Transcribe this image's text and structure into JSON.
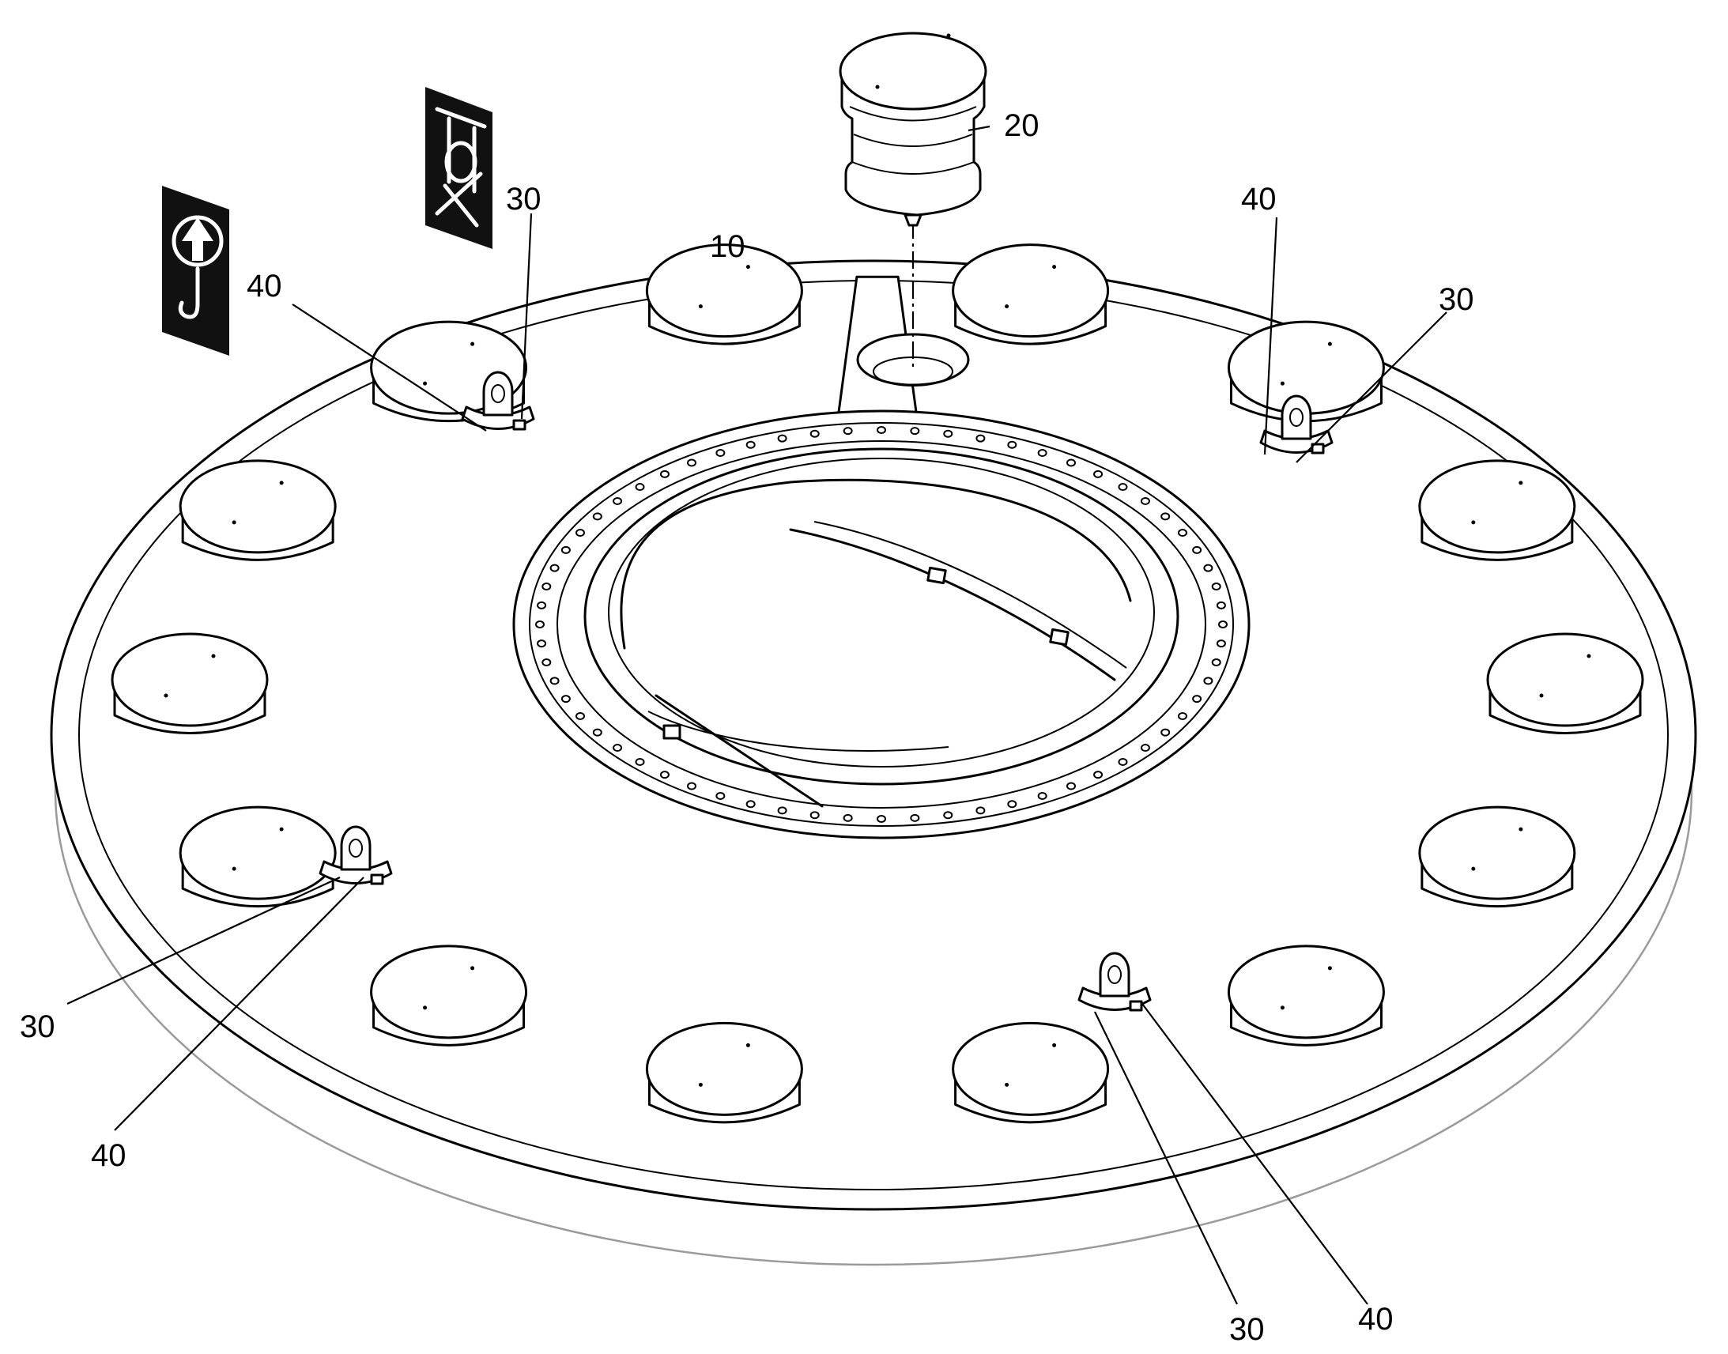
{
  "reference_numerals": {
    "ring": "10",
    "lifted_cap": "20",
    "lug_top_left": "30",
    "lug_top_right": "30",
    "lug_bottom_left": "30",
    "lug_bottom_right": "30",
    "marker_top_left": "40",
    "marker_top_right": "40",
    "marker_bottom_left": "40",
    "marker_bottom_right": "40"
  },
  "signs": [
    {
      "icon": "crane-hook-lift-icon"
    },
    {
      "icon": "sling-lifting-icon"
    }
  ],
  "components": {
    "caps_on_ring": 14,
    "lifting_lugs": 4,
    "inner_flange_bolt_holes": 64
  }
}
